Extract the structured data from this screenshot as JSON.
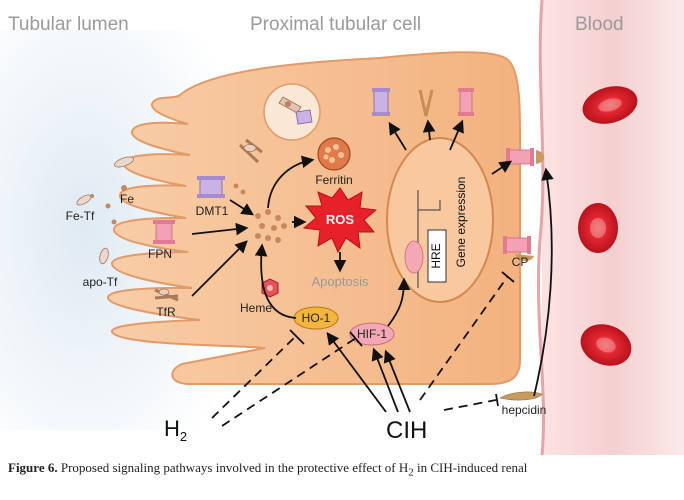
{
  "regions": {
    "lumen": "Tubular lumen",
    "cell": "Proximal tubular cell",
    "blood": "Blood"
  },
  "labels": {
    "fe": "Fe",
    "fe_tf": "Fe-Tf",
    "apo_tf": "apo-Tf",
    "dmt1": "DMT1",
    "fpn": "FPN",
    "tfr": "TfR",
    "ferritin": "Ferritin",
    "ros": "ROS",
    "apoptosis": "Apoptosis",
    "heme": "Heme",
    "ho1": "HO-1",
    "hif1": "HIF-1",
    "hre": "HRE",
    "gene_expression": "Gene expression",
    "cp": "CP",
    "hepcidin": "hepcidin",
    "h2_base": "H",
    "h2_sub": "2",
    "cih": "CIH"
  },
  "caption": {
    "figure_label": "Figure 6.",
    "text_before": "Proposed signaling pathways involved in the protective effect of H",
    "text_sub": "2",
    "text_after": " in CIH-induced renal"
  },
  "colors": {
    "cell_fill": "#f6c398",
    "cell_stroke": "#e29a68",
    "lumen_fill": "#e9f1f7",
    "blood_fill": "#f7dcdc",
    "rbc": "#d9202a",
    "ros": "#e8202a",
    "transporter_purple": "#c9b3e4",
    "transporter_pink": "#f3a2b6",
    "arrow": "#111111"
  }
}
